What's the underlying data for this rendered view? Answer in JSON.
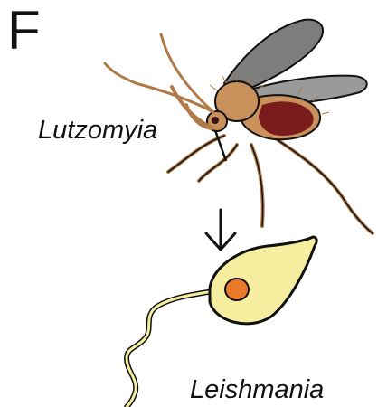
{
  "panel": {
    "letter": "F"
  },
  "labels": {
    "vector": "Lutzomyia",
    "parasite": "Leishmania"
  },
  "icons": {
    "sandfly": "sandfly-illustration-icon",
    "arrow": "arrow-down-icon",
    "parasite": "leishmania-promastigote-icon"
  },
  "colors": {
    "body": "#c8905a",
    "wing": "#8a8a8a",
    "blood": "#7a1c1c",
    "cell": "#f4ee9e",
    "nucleus": "#e87a2a",
    "outline": "#111111"
  }
}
